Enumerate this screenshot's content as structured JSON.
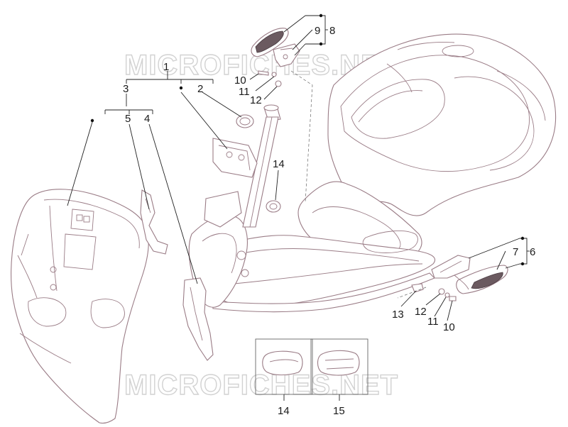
{
  "watermark": {
    "text_top": "MICROFICHES.NET",
    "text_bottom": "MICROFICHES.NET"
  },
  "labels": {
    "l1": "1",
    "l2": "2",
    "l3": "3",
    "l4": "4",
    "l5": "5",
    "l6": "6",
    "l7": "7",
    "l8": "8",
    "l9": "9",
    "l10a": "10",
    "l11a": "11",
    "l12a": "12",
    "l13": "13",
    "l12b": "12",
    "l11b": "11",
    "l10b": "10",
    "l14a": "14",
    "l14b": "14",
    "l15": "15"
  },
  "colors": {
    "outline": "#9a7c86",
    "ink": "#1a1a1a",
    "watermark": "#d2d2d2"
  }
}
